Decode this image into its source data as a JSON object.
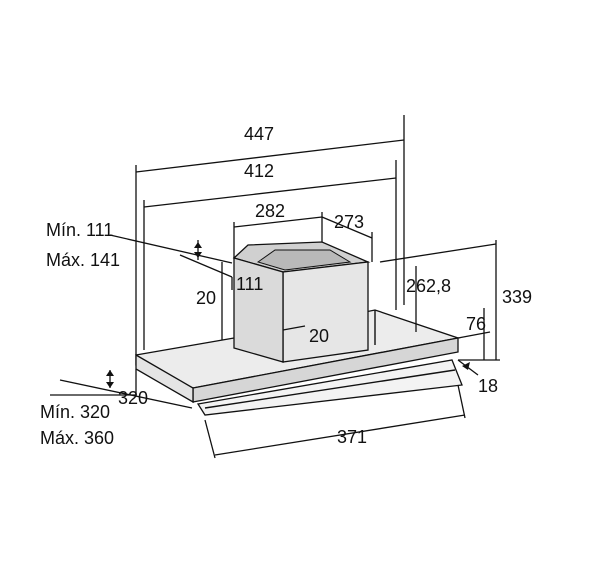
{
  "dimensions": {
    "total_width": "447",
    "inner_width": "412",
    "chimney_width": "282",
    "chimney_depth": "273",
    "min_offset": "Mín. 111",
    "max_offset": "Máx. 141",
    "chimney_side": "111",
    "gap_left": "20",
    "gap_front": "20",
    "depth_262": "262,8",
    "height_339": "339",
    "body_76": "76",
    "lip_18": "18",
    "depth_320": "320",
    "min_depth": "Mín. 320",
    "max_depth": "Máx. 360",
    "front_width": "371"
  },
  "colors": {
    "line": "#111111",
    "chimney_fill": "#e9e9e9",
    "chimney_side_fill": "#dcdcdc",
    "chimney_top_fill": "#cfcfcf",
    "body_fill": "#ececec",
    "body_front_fill": "#d9d9d9",
    "glass_fill": "#f3f3f3"
  }
}
